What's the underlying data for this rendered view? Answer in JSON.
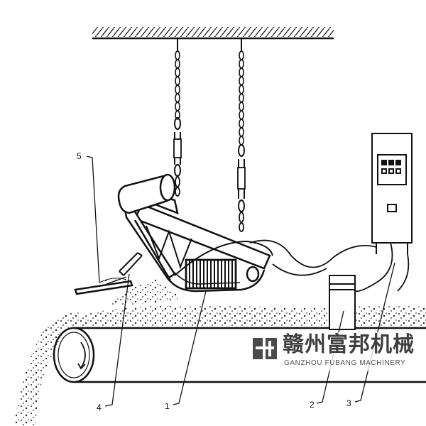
{
  "callouts": {
    "label_1": "1",
    "label_2": "2",
    "label_3": "3",
    "label_4": "4",
    "label_5": "5"
  },
  "watermark": {
    "logo_icon": "fubang-logo-icon",
    "chinese_name": "赣州富邦机械",
    "english_name": "GANZHOU FUBANG MACHINERY"
  },
  "colors": {
    "line": "#111111",
    "ore": "#222222",
    "watermark_text": "#3f3f3f",
    "background": "#ffffff"
  }
}
